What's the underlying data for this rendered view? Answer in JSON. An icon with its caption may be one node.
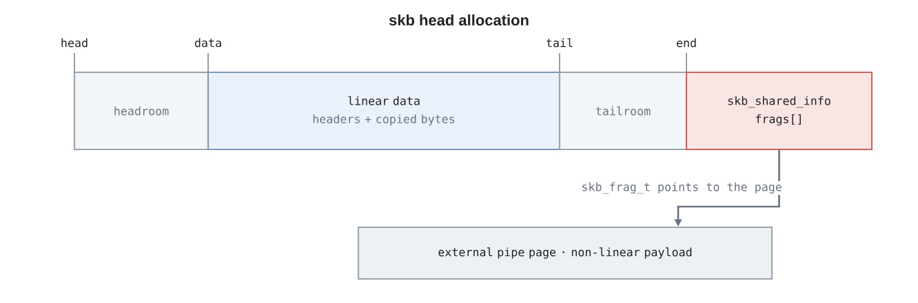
{
  "diagram": {
    "title": "skb head allocation",
    "nodes": [
      {
        "text": [
          "headroom"
        ]
      },
      {
        "text": [
          "linear data",
          "headers + copied bytes"
        ]
      },
      {
        "text": [
          "tailroom"
        ]
      },
      {
        "text": [
          "skb_shared_info",
          "frags[]"
        ]
      },
      {
        "text": [
          "external pipe page · non-linear payload"
        ]
      }
    ],
    "edges": [
      {
        "from": 3,
        "to": 4,
        "arrow": "to",
        "label": "skb_frag_t points to the page"
      }
    ],
    "labels": [
      "head",
      "data",
      "tail",
      "end"
    ]
  }
}
